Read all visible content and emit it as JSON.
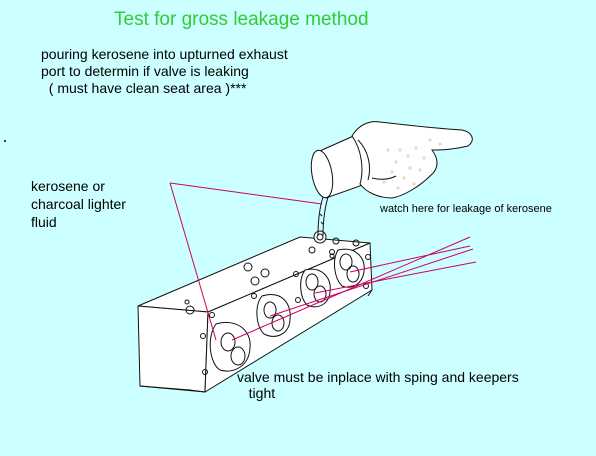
{
  "title": "Test for gross leakage method",
  "intro": {
    "line1": "pouring kerosene into upturned exhaust",
    "line2": "port to determin if valve is leaking",
    "line3": "  ( must have clean seat area )***"
  },
  "labels": {
    "kerosene_line1": "kerosene or",
    "kerosene_line2": "charcoal lighter",
    "kerosene_line3": "fluid",
    "watch": "watch here for leakage of kerosene",
    "valve_line1": "valve must be inplace with sping and keepers",
    "valve_line2": "   tight"
  },
  "colors": {
    "background": "#ccffff",
    "title": "#33cc33",
    "pointer_lines": "#cc0066",
    "ink": "#111111"
  }
}
